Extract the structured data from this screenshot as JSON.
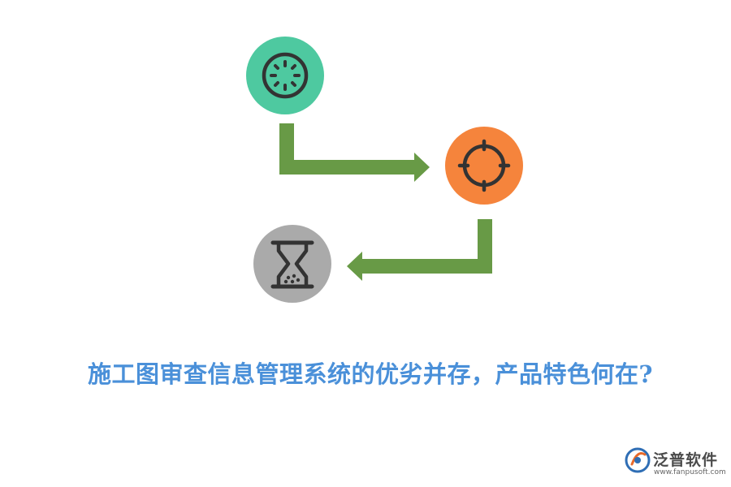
{
  "title": "施工图审查信息管理系统的优劣并存，产品特色何在?",
  "nodes": [
    {
      "id": "step-1",
      "icon": "spinner-icon",
      "color": "#4ec9a0"
    },
    {
      "id": "step-2",
      "icon": "crosshair-icon",
      "color": "#f5843c"
    },
    {
      "id": "step-3",
      "icon": "hourglass-icon",
      "color": "#aaaaaa"
    }
  ],
  "arrow_color": "#689a46",
  "brand": {
    "name": "泛普软件",
    "url": "www.fanpusoft.com"
  }
}
